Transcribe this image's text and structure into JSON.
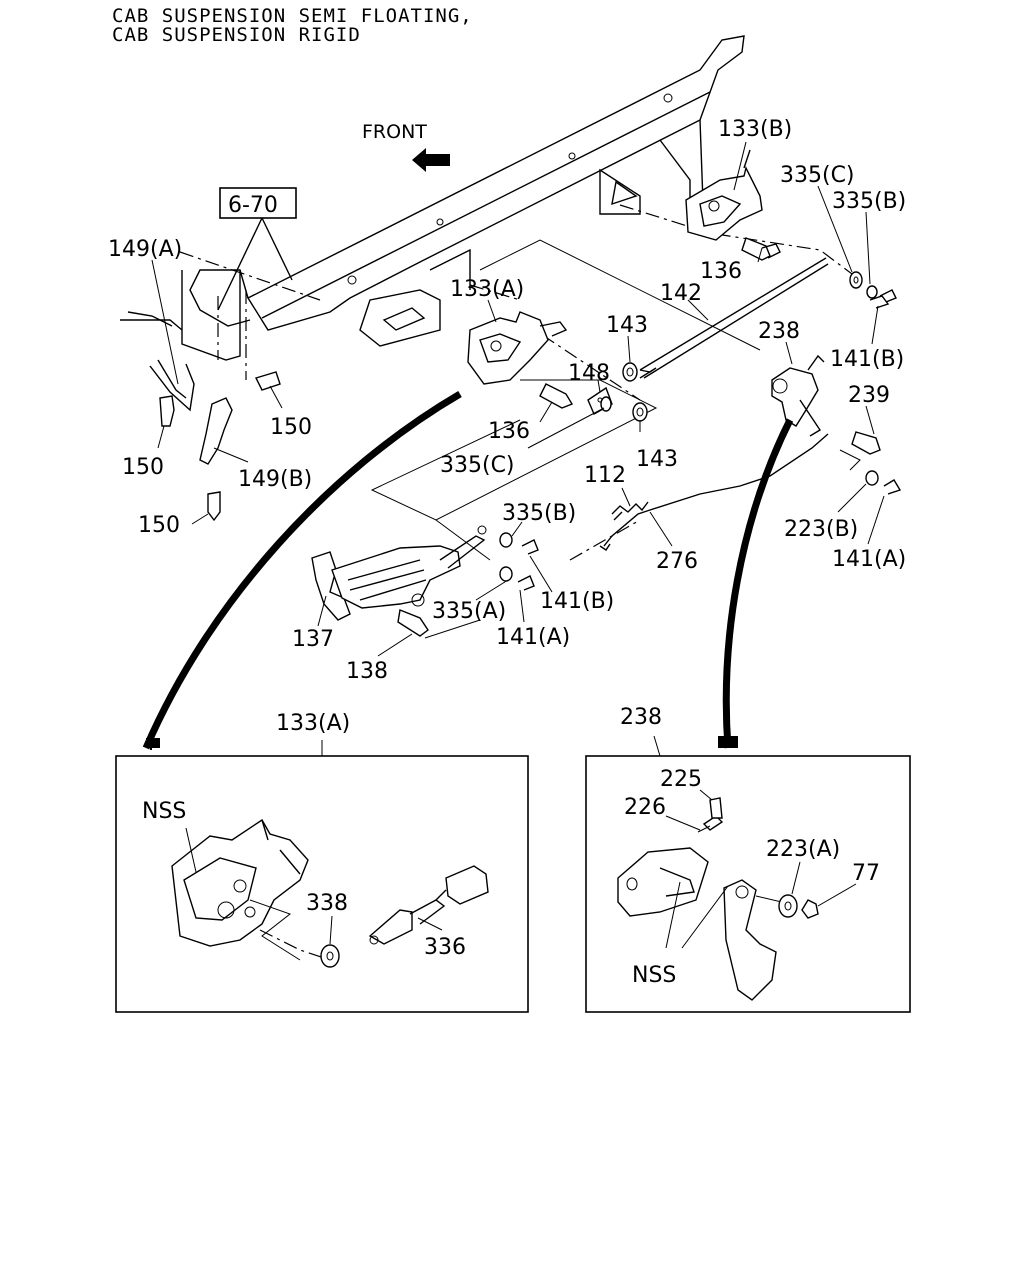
{
  "header": {
    "line1": "CAB SUSPENSION SEMI FLOATING,",
    "line2": "CAB SUSPENSION RIGID"
  },
  "front_label": "FRONT",
  "ref_box": "6-70",
  "callouts": {
    "c133b": "133(B)",
    "c335c_top": "335(C)",
    "c335b_top": "335(B)",
    "c136_top": "136",
    "c142": "142",
    "c133a": "133(A)",
    "c149a": "149(A)",
    "c143_top": "143",
    "c148": "148",
    "c238": "238",
    "c141b_right": "141(B)",
    "c239": "239",
    "c150_mid": "150",
    "c136_mid": "136",
    "c143_mid": "143",
    "c150_left": "150",
    "c335c_mid": "335(C)",
    "c149b": "149(B)",
    "c112": "112",
    "c223b": "223(B)",
    "c150_low": "150",
    "c335b_mid": "335(B)",
    "c276": "276",
    "c141a_right": "141(A)",
    "c141b_mid": "141(B)",
    "c335a": "335(A)",
    "c137": "137",
    "c141a_mid": "141(A)",
    "c138": "138"
  },
  "detail_left": {
    "title": "133(A)",
    "nss": "NSS",
    "c338": "338",
    "c336": "336"
  },
  "detail_right": {
    "title": "238",
    "c225": "225",
    "c226": "226",
    "c223a": "223(A)",
    "c77": "77",
    "nss": "NSS"
  }
}
